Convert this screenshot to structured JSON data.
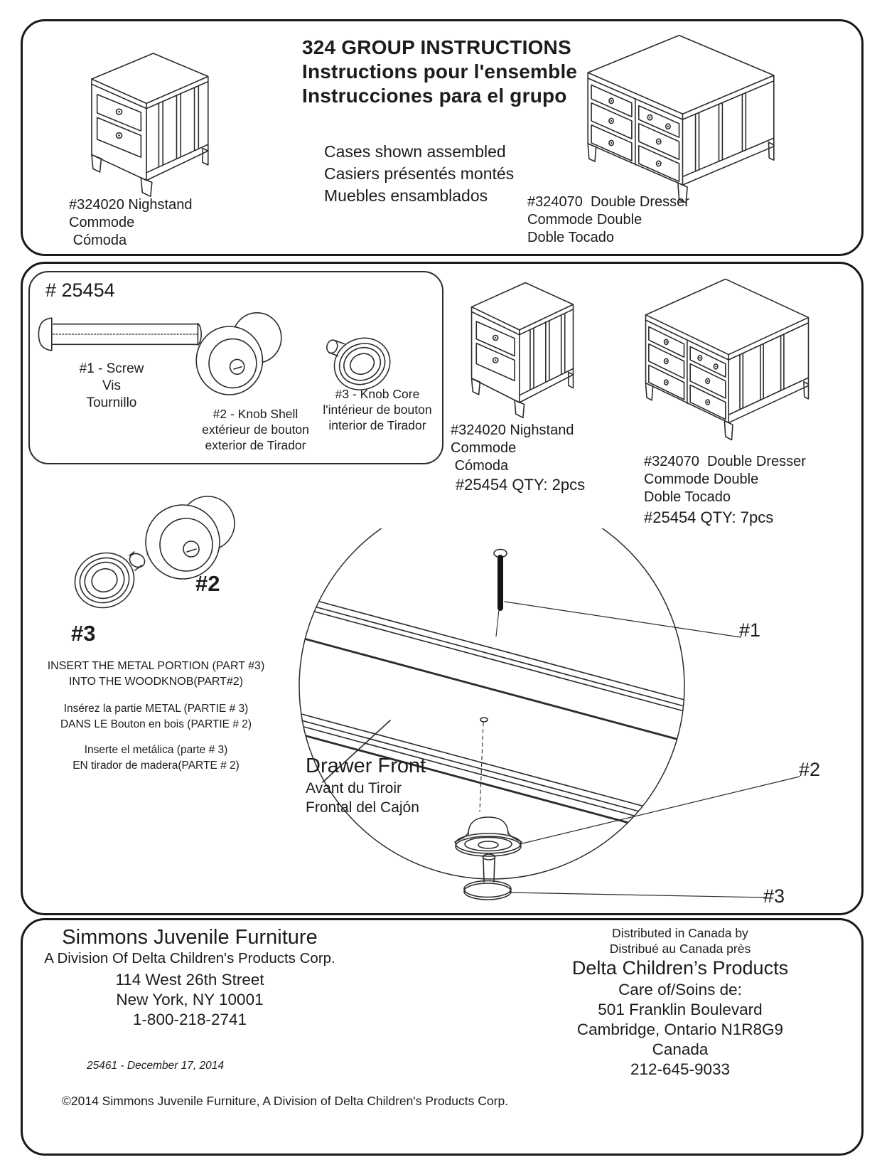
{
  "colors": {
    "ink": "#1c1c1c",
    "line": "#2b2b2b",
    "paper": "#ffffff"
  },
  "header": {
    "title_lines": [
      "324 GROUP INSTRUCTIONS",
      "Instructions pour l'ensemble",
      "Instrucciones para el grupo"
    ],
    "assembled_lines": [
      "Cases shown assembled",
      "Casiers présentés montés",
      "Muebles ensamblados"
    ]
  },
  "products": {
    "nightstand": {
      "caption": [
        "#324020 Nighstand",
        "Commode",
        " Cómoda"
      ],
      "qty": "#25454 QTY: 2pcs"
    },
    "dresser": {
      "caption": [
        "#324070  Double Dresser",
        "Commode Double",
        "Doble Tocado"
      ],
      "qty": "#25454 QTY: 7pcs"
    }
  },
  "hardware": {
    "part_number": "# 25454",
    "screw_lines": [
      "#1 - Screw",
      "Vis",
      "Tournillo"
    ],
    "knob_shell_lines": [
      "#2 - Knob Shell",
      "extérieur de bouton",
      "exterior de Tirador"
    ],
    "knob_core_lines": [
      "#3 - Knob Core",
      "l'intérieur de bouton",
      "interior de Tirador"
    ]
  },
  "assembly": {
    "shell_label": "#2",
    "core_label": "#3",
    "instructions_en": [
      "INSERT THE METAL PORTION (PART #3)",
      "INTO THE WOODKNOB(PART#2)"
    ],
    "instructions_fr": [
      "Insérez la partie METAL (PARTIE # 3)",
      "DANS LE Bouton en bois (PARTIE # 2)"
    ],
    "instructions_es": [
      "Inserte el metálica (parte # 3)",
      "EN tirador de madera(PARTE # 2)"
    ],
    "drawer_front_lines": [
      "Drawer Front",
      "Avant du Tiroir",
      "Frontal del Cajón"
    ],
    "callout_1": "#1",
    "callout_2": "#2",
    "callout_3": "#3"
  },
  "footer": {
    "us": {
      "company": "Simmons Juvenile Furniture",
      "division": "A Division Of Delta Children's Products Corp.",
      "address": [
        "114 West 26th Street",
        "New York, NY 10001",
        "1-800-218-2741"
      ],
      "doc_ref": "25461 - December 17, 2014",
      "copyright": "©2014 Simmons Juvenile Furniture, A Division of Delta Children's Products Corp."
    },
    "canada": {
      "distributed": [
        "Distributed in Canada by",
        "Distribué au Canada près"
      ],
      "company": "Delta Children’s Products",
      "care_of": "Care of/Soins de:",
      "address": [
        "501 Franklin Boulevard",
        "Cambridge, Ontario N1R8G9",
        "Canada",
        "212-645-9033"
      ]
    }
  }
}
